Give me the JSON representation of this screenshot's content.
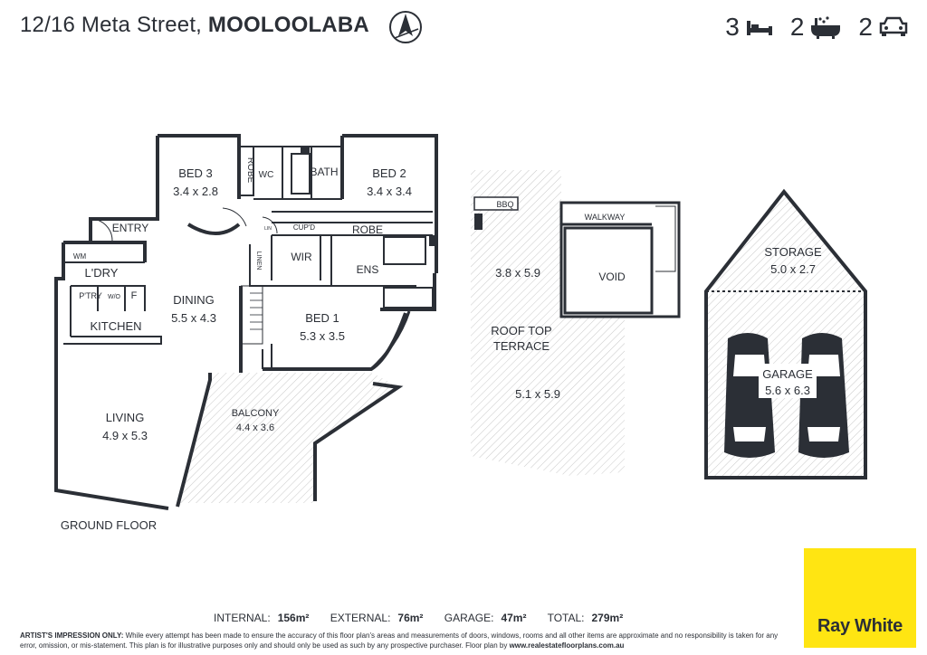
{
  "header": {
    "street": "12/16 Meta Street, ",
    "suburb": "MOOLOOLABA",
    "bedrooms": "3",
    "bathrooms": "2",
    "car_spaces": "2"
  },
  "rooms": {
    "bed3": {
      "name": "BED 3",
      "size": "3.4 x 2.8"
    },
    "robe1": "ROBE",
    "wc": "WC",
    "bath": "BATH",
    "bed2": {
      "name": "BED 2",
      "size": "3.4 x 3.4"
    },
    "entry": "ENTRY",
    "cupd": "CUP'D",
    "robe2": "ROBE",
    "wm": "WM",
    "ldry": "L'DRY",
    "wir": "WIR",
    "linen": "LINEN",
    "ens": "ENS",
    "linen_small": "LIN",
    "ptry": "P'TRY",
    "wo": "W/O",
    "fridge": "F",
    "dining": {
      "name": "DINING",
      "size": "5.5 x 4.3"
    },
    "kitchen": "KITCHEN",
    "bed1": {
      "name": "BED 1",
      "size": "5.3 x 3.5"
    },
    "living": {
      "name": "LIVING",
      "size": "4.9 x 5.3"
    },
    "balcony": {
      "name": "BALCONY",
      "size": "4.4 x 3.6"
    },
    "ground_floor": "GROUND FLOOR",
    "bbq": "BBQ",
    "walkway": "WALKWAY",
    "terrace_upper_size": "3.8 x 5.9",
    "void": "VOID",
    "roof_top_terrace": {
      "line1": "ROOF TOP",
      "line2": "TERRACE"
    },
    "terrace_lower_size": "5.1 x 5.9",
    "storage": {
      "name": "STORAGE",
      "size": "5.0 x 2.7"
    },
    "garage": {
      "name": "GARAGE",
      "size": "5.6 x 6.3"
    }
  },
  "areas": {
    "internal_label": "INTERNAL:",
    "internal_value": "156m²",
    "external_label": "EXTERNAL:",
    "external_value": "76m²",
    "garage_label": "GARAGE:",
    "garage_value": "47m²",
    "total_label": "TOTAL:",
    "total_value": "279m²"
  },
  "disclaimer": {
    "lead": "ARTIST'S IMPRESSION ONLY:",
    "text": " While every attempt has been made to ensure the accuracy of this floor plan's areas and measurements of doors, windows, rooms and all other items are approximate and no responsibility is taken for any error, omission, or mis-statement. This plan is for illustrative purposes only and should only be used as such by any prospective purchaser. Floor plan by ",
    "url": "www.realestatefloorplans.com.au"
  },
  "brand": {
    "name": "Ray White",
    "color": "#ffe512"
  },
  "icons": [
    "compass-icon",
    "bed-icon",
    "bath-icon",
    "car-icon"
  ],
  "colors": {
    "wall": "#2b2f36",
    "hatch": "#c9c9c9",
    "text": "#2b2f36"
  }
}
